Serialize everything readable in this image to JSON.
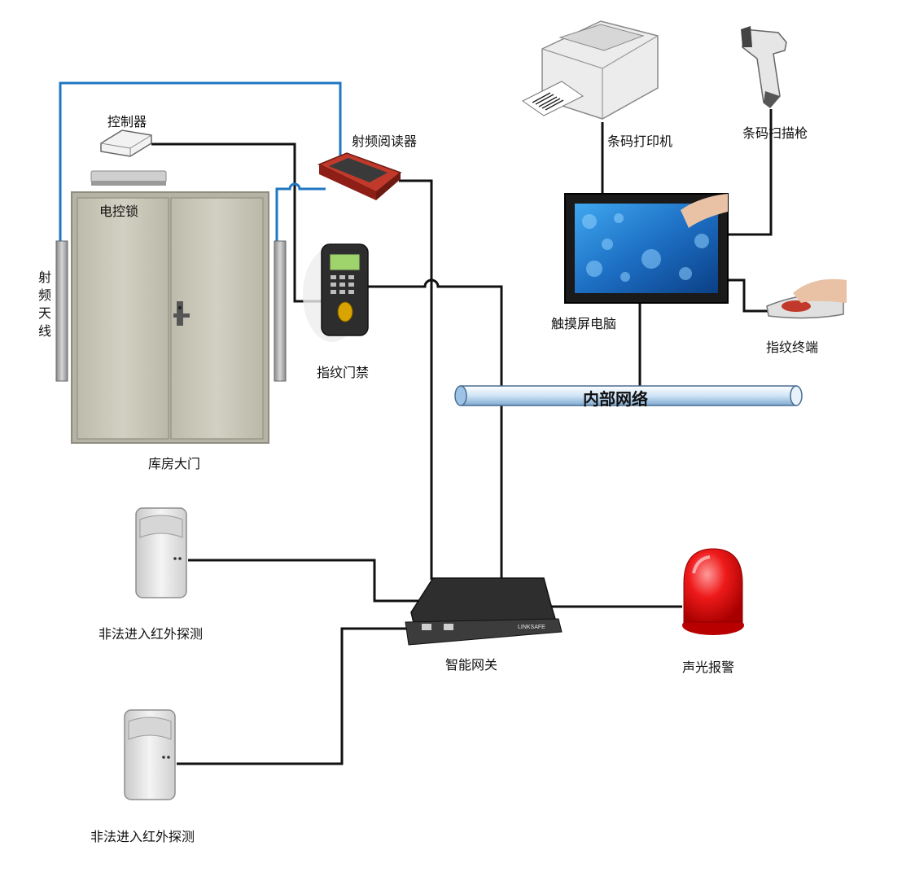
{
  "labels": {
    "controller": "控制器",
    "electric_lock": "电控锁",
    "rf_reader": "射频阅读器",
    "rf_antenna": "射频天线",
    "fingerprint_access": "指纹门禁",
    "warehouse_door": "库房大门",
    "barcode_printer": "条码打印机",
    "barcode_scanner": "条码扫描枪",
    "touchscreen_pc": "触摸屏电脑",
    "fingerprint_terminal": "指纹终端",
    "internal_network": "内部网络",
    "smart_gateway": "智能网关",
    "ir_detector_1": "非法进入红外探测",
    "ir_detector_2": "非法进入红外探测",
    "alarm": "声光报警"
  },
  "device_marks": {
    "gateway_brand": "LINKSAFE"
  },
  "colors": {
    "wire": "#111111",
    "rf_wire": "#1f77c2",
    "door": "#c9c7b8",
    "pipe": "#cfe4f7",
    "alarm": "#e01010",
    "screen": "#1b74c9"
  }
}
